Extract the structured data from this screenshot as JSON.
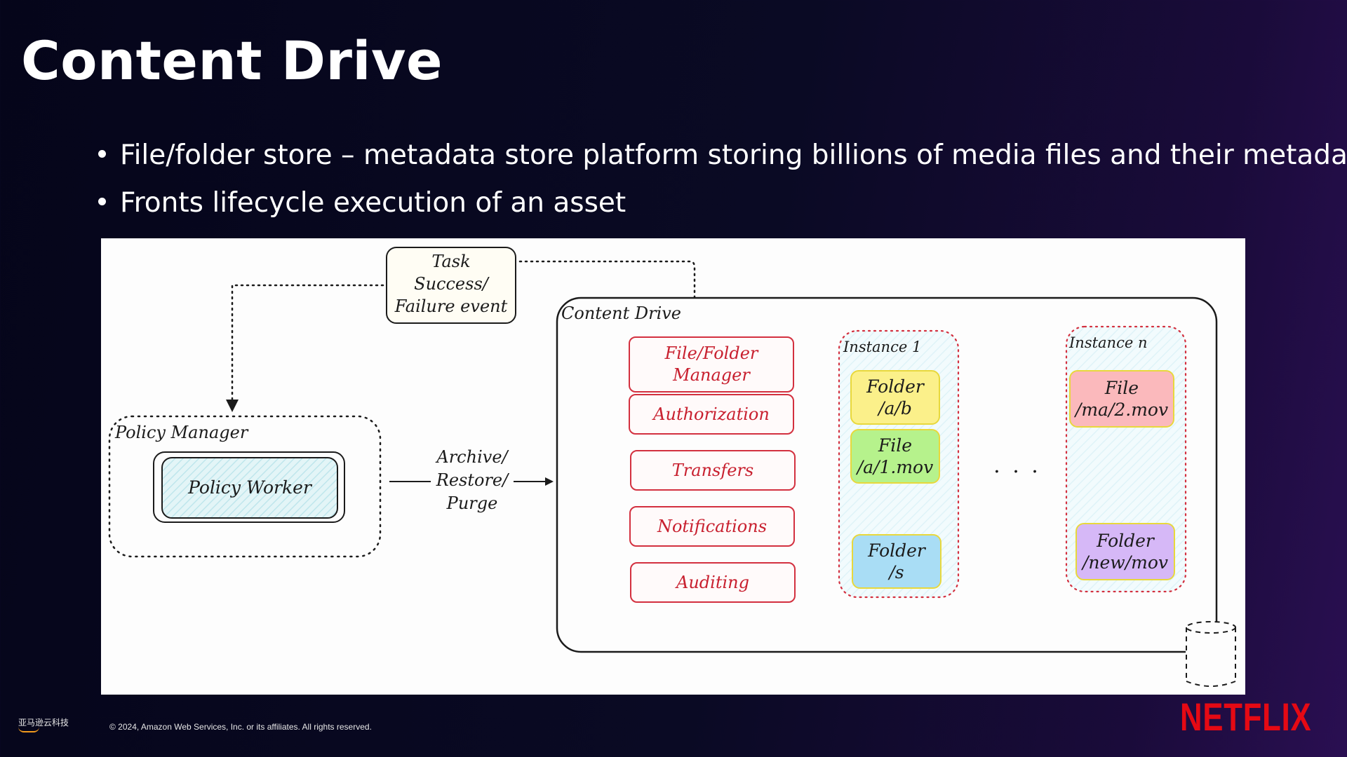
{
  "slide": {
    "title": "Content Drive",
    "bullets": [
      "File/folder store – metadata store platform storing billions of media files and their metadata",
      "Fronts lifecycle execution of an asset"
    ]
  },
  "diagram": {
    "task_event": [
      "Task",
      "Success/",
      "Failure event"
    ],
    "policy_manager": "Policy Manager",
    "policy_worker": "Policy Worker",
    "edge_label": [
      "Archive/",
      "Restore/",
      "Purge"
    ],
    "content_drive": "Content Drive",
    "services": [
      "File/Folder Manager",
      "Authorization",
      "Transfers",
      "Notifications",
      "Auditing"
    ],
    "instance_1": {
      "label": "Instance 1",
      "items": [
        "Folder /a/b",
        "File /a/1.mov",
        "Folder /s"
      ]
    },
    "ellipsis": ". . .",
    "instance_n": {
      "label": "Instance n",
      "items": [
        "File /ma/2.mov",
        "Folder /new/mov"
      ]
    },
    "colors": {
      "service_red": "#d3303f",
      "folder_yellow": "#fbf08a",
      "file_green": "#b6f28c",
      "folder_blue": "#a9ddf5",
      "file_pink": "#fbb9bc",
      "folder_purple": "#d6b8f7",
      "worker_teal": "#d9f1f4"
    }
  },
  "footer": {
    "copyright": "© 2024, Amazon Web Services, Inc. or its affiliates. All rights reserved.",
    "aws_logo_text": "亚马逊云科技",
    "brand": "NETFLIX"
  }
}
